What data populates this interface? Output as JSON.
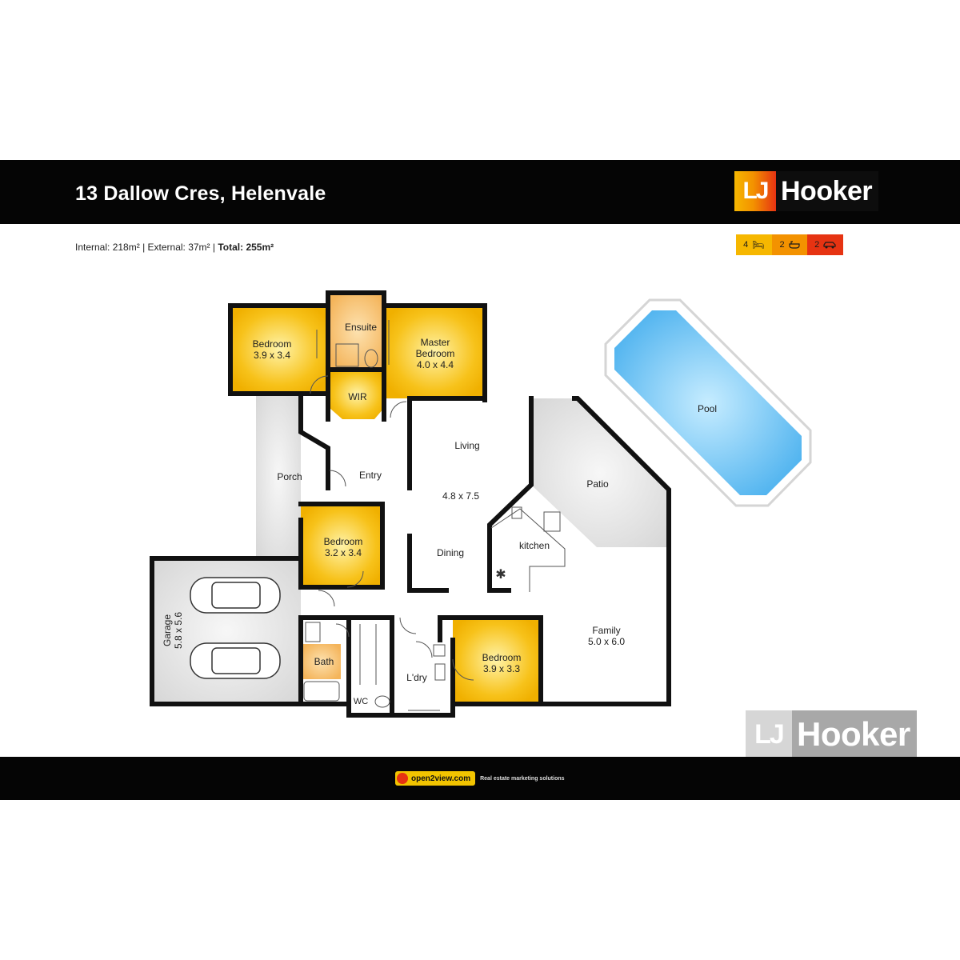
{
  "header": {
    "address": "13 Dallow Cres, Helenvale",
    "brand_mark": "LJ",
    "brand_name": "Hooker"
  },
  "features": {
    "bedrooms": "4",
    "bathrooms": "2",
    "cars": "2",
    "bed_icon": "bed-icon",
    "bath_icon": "bath-icon",
    "car_icon": "car-icon"
  },
  "areas": {
    "internal": "Internal: 218m²",
    "external": "External: 37m²",
    "total": "Total: 255m²"
  },
  "rooms": {
    "bedroom_nw": {
      "name": "Bedroom",
      "size": "3.9 x 3.4"
    },
    "ensuite": {
      "name": "Ensuite"
    },
    "master": {
      "name_line1": "Master",
      "name_line2": "Bedroom",
      "size": "4.0 x 4.4"
    },
    "wir": {
      "name": "WIR"
    },
    "porch": {
      "name": "Porch"
    },
    "entry": {
      "name": "Entry"
    },
    "living": {
      "name": "Living",
      "size": "4.8 x 7.5"
    },
    "dining": {
      "name": "Dining"
    },
    "kitchen": {
      "name": "kitchen"
    },
    "patio": {
      "name": "Patio"
    },
    "pool": {
      "name": "Pool"
    },
    "bedroom_mid": {
      "name": "Bedroom",
      "size": "3.2 x 3.4"
    },
    "garage": {
      "name": "Garage",
      "size": "5.8 x 5.6"
    },
    "bath": {
      "name": "Bath"
    },
    "wc": {
      "name": "WC"
    },
    "laundry": {
      "name": "L'dry"
    },
    "bedroom_s": {
      "name": "Bedroom",
      "size": "3.9 x 3.3"
    },
    "family": {
      "name": "Family",
      "size": "5.0 x 6.0"
    }
  },
  "colors": {
    "bedroom_fill": "#f7c21a",
    "wet_fill": "#f4b45a",
    "outdoor_fill": "#e4e4e4",
    "pool_fill": "#6ec3f2",
    "wall": "#111111",
    "brand_yellow": "#f6b700",
    "brand_orange": "#f39200",
    "brand_red": "#e63312"
  },
  "footer": {
    "partner": "open2view.com",
    "tagline": "Real estate marketing solutions"
  }
}
